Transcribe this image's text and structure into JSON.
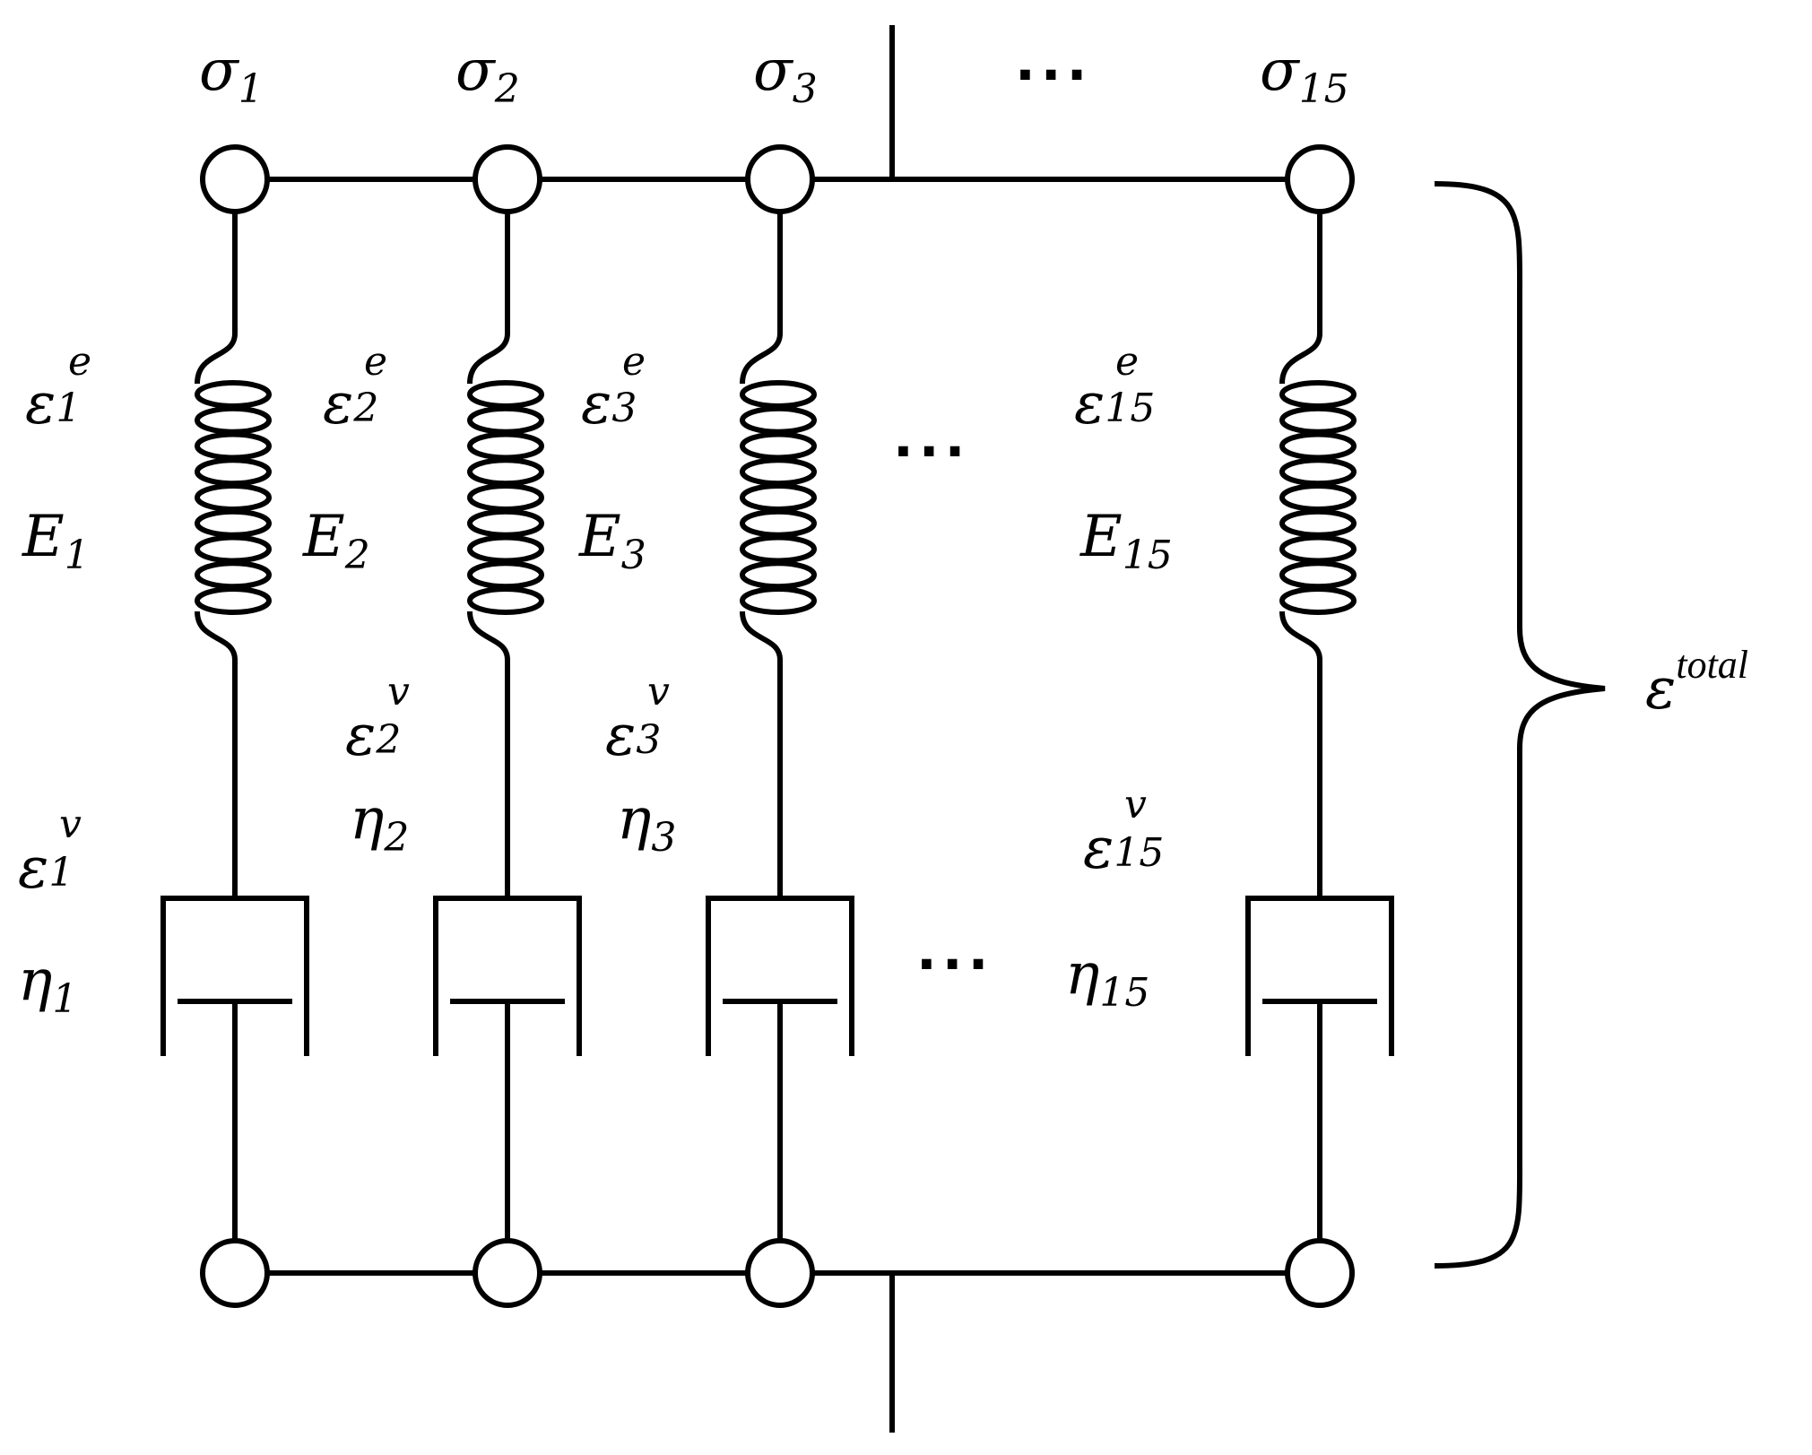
{
  "branches": [
    {
      "stress": "σ",
      "modulus": "E",
      "viscosity": "η",
      "strain": "ε",
      "index": "1",
      "sup_e": "e",
      "sup_v": "v"
    },
    {
      "stress": "σ",
      "modulus": "E",
      "viscosity": "η",
      "strain": "ε",
      "index": "2",
      "sup_e": "e",
      "sup_v": "v"
    },
    {
      "stress": "σ",
      "modulus": "E",
      "viscosity": "η",
      "strain": "ε",
      "index": "3",
      "sup_e": "e",
      "sup_v": "v"
    },
    {
      "stress": "σ",
      "modulus": "E",
      "viscosity": "η",
      "strain": "ε",
      "index": "15",
      "sup_e": "e",
      "sup_v": "v"
    }
  ],
  "ellipsis": "···",
  "total_strain": {
    "symbol": "ε",
    "superscript": "total"
  }
}
